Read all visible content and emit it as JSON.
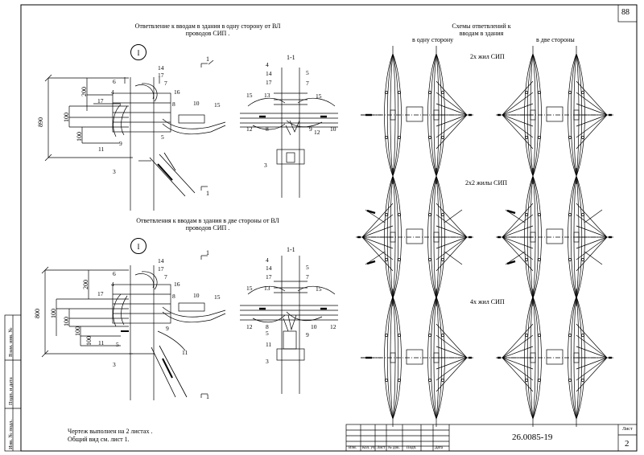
{
  "sheet_number_top": "88",
  "left_titles": {
    "top": "Ответвление к вводам в здания в одну сторону от ВЛ проводов СИП .",
    "bottom": "Ответвления к вводам в здания в две стороны от ВЛ проводов СИП ."
  },
  "right_header": {
    "title": "Схемы ответвлений к вводам в здания",
    "col1": "в одну сторону",
    "col2": "в две стороны"
  },
  "row_labels": [
    "2х жил СИП",
    "2х2 жилы СИП",
    "4х жил СИП"
  ],
  "callouts": {
    "view_marker": "I",
    "section": "1-1",
    "section_mark": "1",
    "top_front": [
      "14",
      "17",
      "7",
      "6",
      "4",
      "17",
      "16",
      "8",
      "10",
      "15",
      "5",
      "9",
      "11",
      "3"
    ],
    "top_section": [
      "4",
      "14",
      "17",
      "5",
      "7",
      "15",
      "13",
      "15",
      "12",
      "8",
      "9",
      "10",
      "12",
      "3"
    ],
    "bottom_front": [
      "14",
      "17",
      "7",
      "6",
      "4",
      "17",
      "16",
      "8",
      "10",
      "15",
      "9",
      "11",
      "5",
      "11",
      "3"
    ],
    "bottom_section": [
      "4",
      "14",
      "17",
      "5",
      "7",
      "15",
      "13",
      "15",
      "12",
      "8",
      "10",
      "12",
      "5",
      "9",
      "11",
      "3"
    ]
  },
  "dimensions": {
    "top": [
      "890",
      "200",
      "100",
      "100"
    ],
    "bottom": [
      "800",
      "200",
      "100",
      "100",
      "100",
      "100"
    ]
  },
  "note": {
    "line1": "Чертеж выполнен на 2 листах .",
    "line2": "Общий вид см. лист 1."
  },
  "title_block": {
    "doc_number": "26.0085-19",
    "sheet_label": "Лист",
    "sheet_value": "2",
    "headers": [
      "Изм.",
      "Кол. уч.",
      "Лист",
      "№ док.",
      "Подп.",
      "Дата"
    ]
  },
  "side_stamp": [
    "Взам. инв. №",
    "Подп. и дата",
    "Инв. № подл."
  ]
}
